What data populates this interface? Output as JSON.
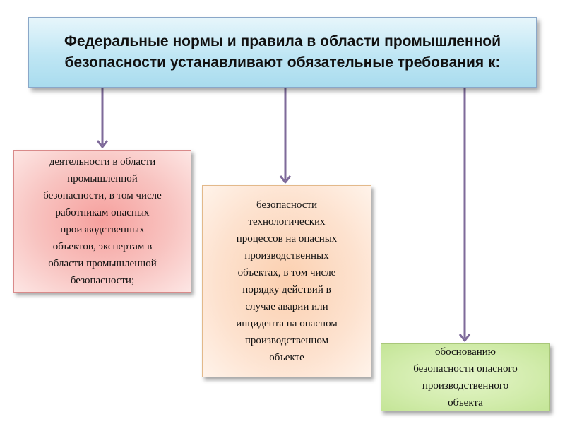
{
  "header": {
    "title": "Федеральные нормы и правила в области промышленной\nбезопасности устанавливают обязательные требования к:"
  },
  "boxes": {
    "left": {
      "text": "деятельности в области\nпромышленной\nбезопасности, в том числе\nработникам опасных\nпроизводственных\nобъектов,  экспертам в\nобласти промышленной\nбезопасности;"
    },
    "middle": {
      "text": "безопасности\nтехнологических\nпроцессов на опасных\nпроизводственных\nобъектах, в том числе\nпорядку действий в\nслучае аварии или\nинцидента на опасном\nпроизводственном\nобъекте"
    },
    "right": {
      "text": "обоснованию\nбезопасности опасного\nпроизводственного\nобъекта"
    }
  },
  "colors": {
    "arrow": "#7e6a9a",
    "header_bg": "#bfe6f4",
    "left_bg": "#f8c3c0",
    "middle_bg": "#fde2cf",
    "right_bg": "#d2ecac"
  }
}
